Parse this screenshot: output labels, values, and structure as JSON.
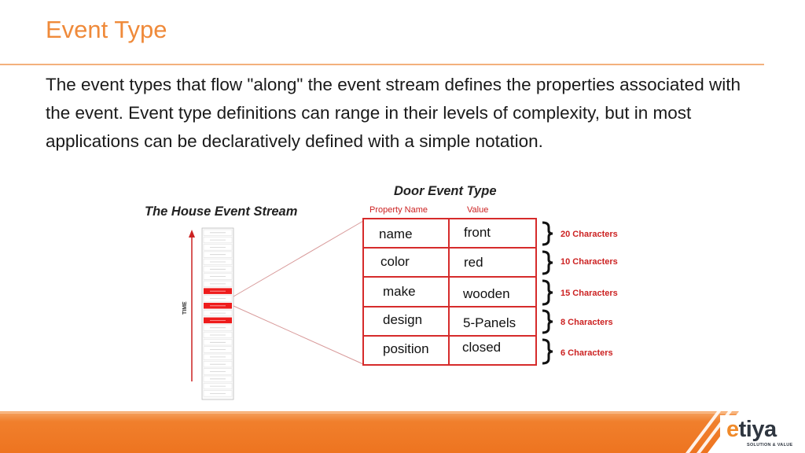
{
  "slide": {
    "title": "Event Type",
    "body": "The event types that flow \"along\" the event stream defines the properties associated with the event. Event type definitions can range in their levels of complexity, but in most applications can be declaratively defined with a simple notation."
  },
  "diagram": {
    "stream_title": "The House Event Stream",
    "time_label": "TIME",
    "door_title": "Door Event Type",
    "col_property": "Property Name",
    "col_value": "Value",
    "rows": [
      {
        "property": "name",
        "value": "front",
        "size": "20 Characters"
      },
      {
        "property": "color",
        "value": "red",
        "size": "10 Characters"
      },
      {
        "property": "make",
        "value": "wooden",
        "size": "15 Characters"
      },
      {
        "property": "design",
        "value": "5-Panels",
        "size": "8 Characters"
      },
      {
        "property": "position",
        "value": "closed",
        "size": "6 Characters"
      }
    ]
  },
  "logo": {
    "e": "e",
    "rest": "tiya",
    "tagline": "SOLUTION & VALUE"
  },
  "colors": {
    "accent": "#ef8a3a",
    "footer_orange": "#f07f2c",
    "diagram_red": "#d62b2b",
    "event_highlight": "#ee1c1c"
  }
}
